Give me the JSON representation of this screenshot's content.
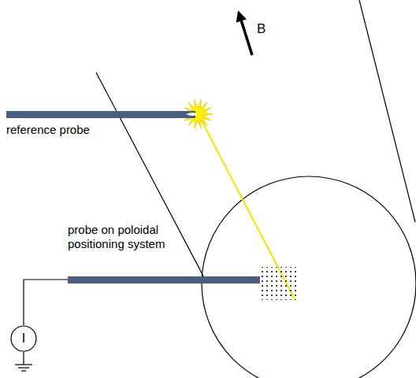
{
  "diagram": {
    "nodes": [
      {
        "text": [
          "I"
        ]
      }
    ],
    "labels": [
      "B",
      "reference probe",
      "probe on poloidal positioning system"
    ]
  }
}
